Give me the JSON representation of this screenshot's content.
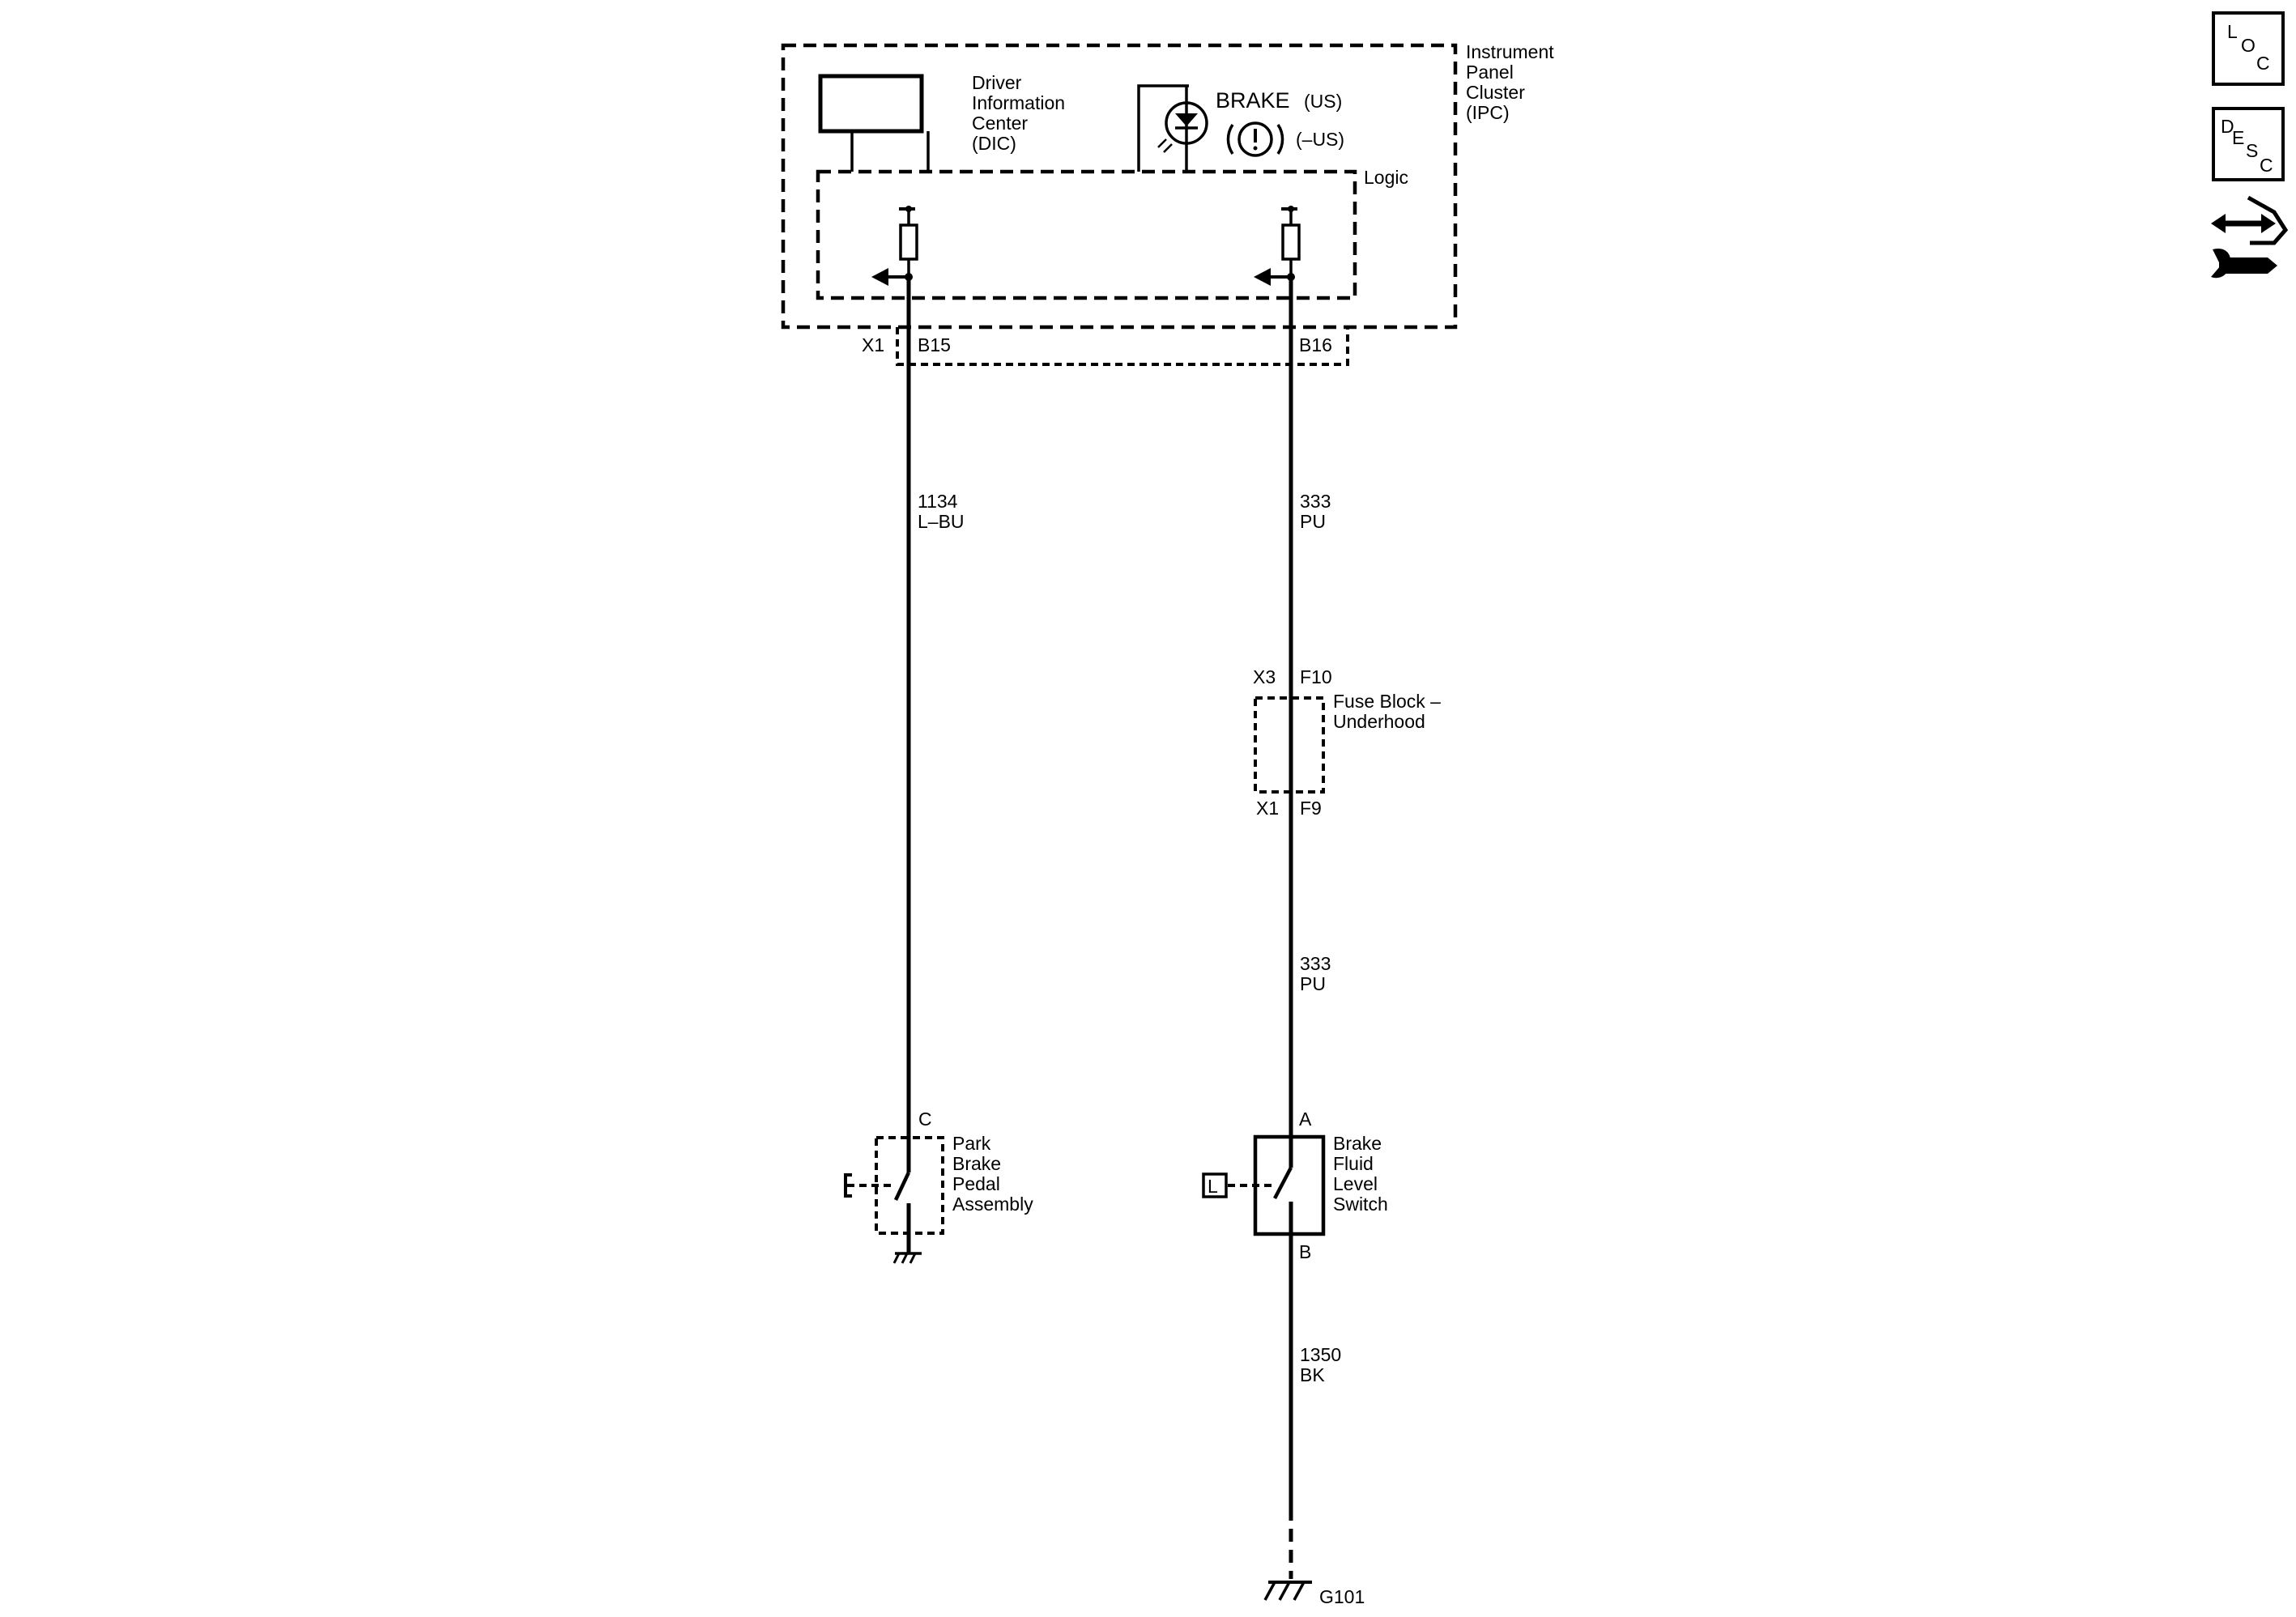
{
  "ipc": {
    "name_line1": "Instrument",
    "name_line2": "Panel",
    "name_line3": "Cluster",
    "name_line4": "(IPC)",
    "dic_line1": "Driver",
    "dic_line2": "Information",
    "dic_line3": "Center",
    "dic_line4": "(DIC)",
    "brake_label": "BRAKE",
    "brake_us": "(US)",
    "brake_nonus": "(–US)",
    "brake_symbol": "(!)",
    "logic_label": "Logic"
  },
  "connector_ipc": {
    "connector": "X1",
    "pin_left": "B15",
    "pin_right": "B16"
  },
  "wires": {
    "left_circuit": "1134",
    "left_color": "L–BU",
    "right_upper_circuit": "333",
    "right_upper_color": "PU",
    "right_lower_circuit": "333",
    "right_lower_color": "PU",
    "ground_circuit": "1350",
    "ground_color": "BK"
  },
  "fuse_block": {
    "top_connector": "X3",
    "top_pin": "F10",
    "name_line1": "Fuse Block –",
    "name_line2": "Underhood",
    "bottom_connector": "X1",
    "bottom_pin": "F9"
  },
  "park_brake": {
    "pin": "C",
    "name_line1": "Park",
    "name_line2": "Brake",
    "name_line3": "Pedal",
    "name_line4": "Assembly"
  },
  "brake_fluid": {
    "pin_top": "A",
    "pin_bottom": "B",
    "name_line1": "Brake",
    "name_line2": "Fluid",
    "name_line3": "Level",
    "name_line4": "Switch",
    "actuator_letter": "L"
  },
  "ground": {
    "name": "G101"
  },
  "side_icons": {
    "loc": {
      "l1": "L",
      "l2": "O",
      "l3": "C"
    },
    "desc": {
      "l1": "D",
      "l2": "E",
      "l3": "S",
      "l4": "C"
    },
    "connector_icon": "connector-repair-icon"
  }
}
